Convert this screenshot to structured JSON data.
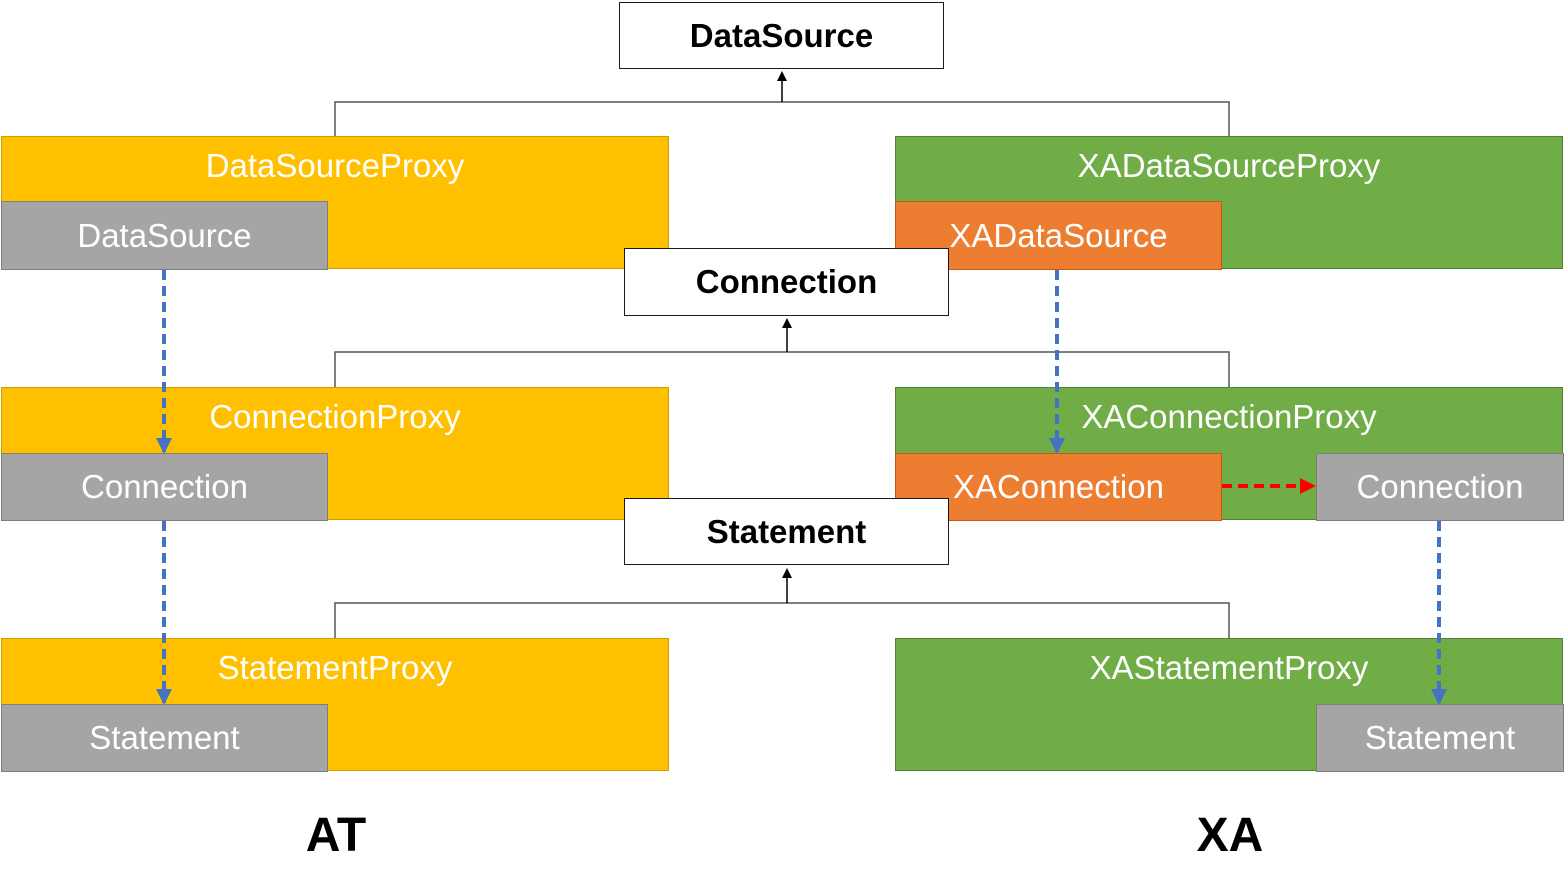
{
  "interfaces": {
    "datasource": "DataSource",
    "connection": "Connection",
    "statement": "Statement"
  },
  "at": {
    "datasource_proxy": {
      "title": "DataSourceProxy",
      "inner": "DataSource"
    },
    "connection_proxy": {
      "title": "ConnectionProxy",
      "inner": "Connection"
    },
    "statement_proxy": {
      "title": "StatementProxy",
      "inner": "Statement"
    },
    "label": "AT"
  },
  "xa": {
    "datasource_proxy": {
      "title": "XADataSourceProxy",
      "inner": "XADataSource"
    },
    "connection_proxy": {
      "title": "XAConnectionProxy",
      "inner": "XAConnection",
      "inner2": "Connection"
    },
    "statement_proxy": {
      "title": "XAStatementProxy",
      "inner": "Statement"
    },
    "label": "XA"
  },
  "colors": {
    "at_proxy": "#ffc000",
    "xa_proxy": "#70ad47",
    "inner_gray": "#a5a5a5",
    "inner_orange": "#ed7d31",
    "arrow_blue": "#4472c4",
    "arrow_red": "#ff0000"
  }
}
